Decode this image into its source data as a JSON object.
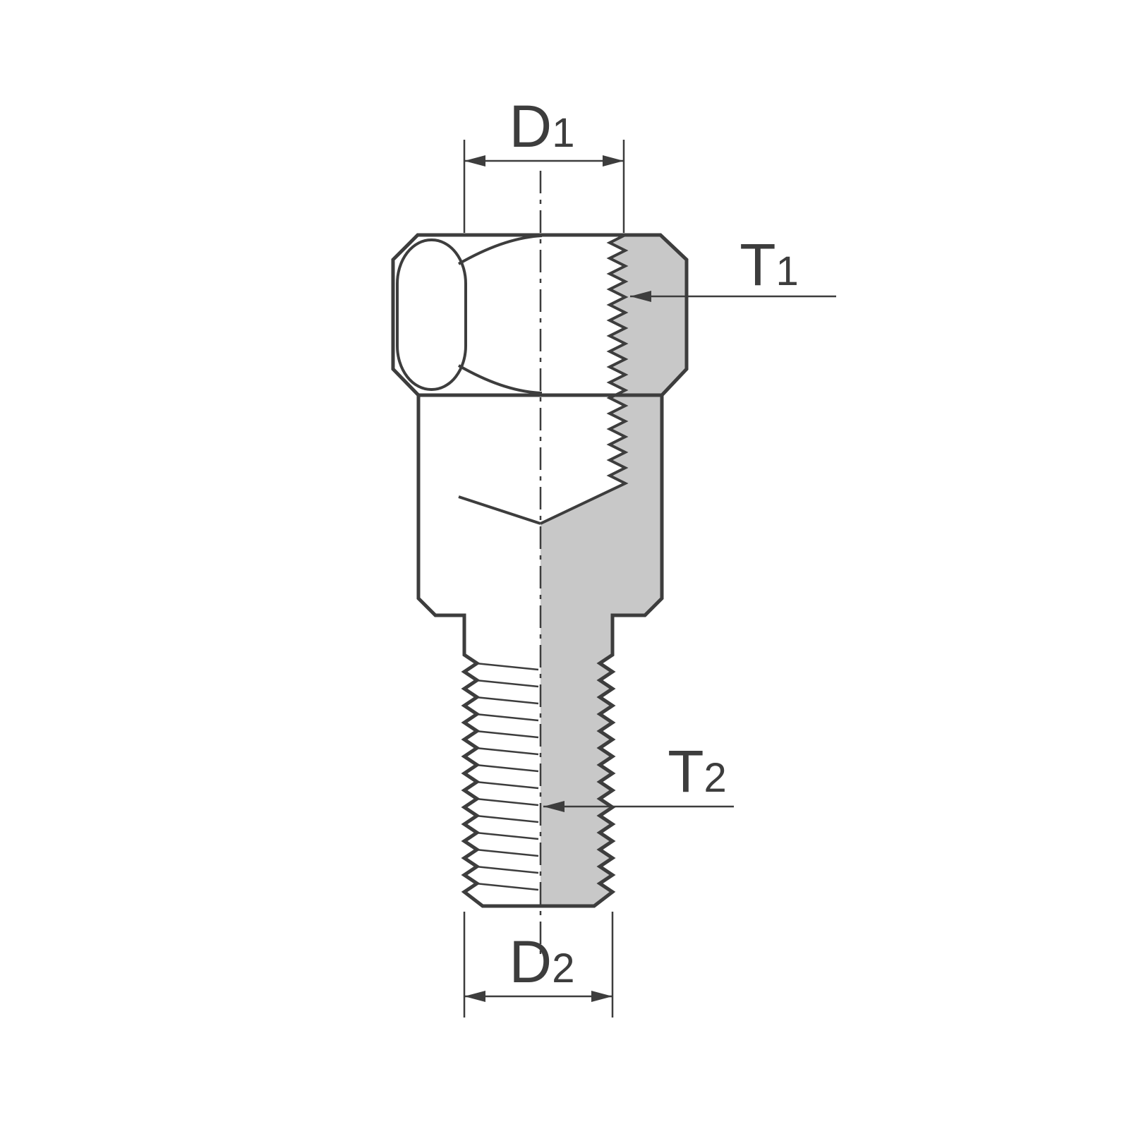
{
  "drawing": {
    "kind": "mirror-adapter-cross-section",
    "labels": {
      "d1": {
        "main": "D",
        "sub": "1"
      },
      "t1": {
        "main": "T",
        "sub": "1"
      },
      "t2": {
        "main": "T",
        "sub": "2"
      },
      "d2": {
        "main": "D",
        "sub": "2"
      }
    }
  },
  "colors": {
    "outline": "#3d3d3d",
    "section_fill": "#c8c8c8",
    "background": "#ffffff"
  }
}
